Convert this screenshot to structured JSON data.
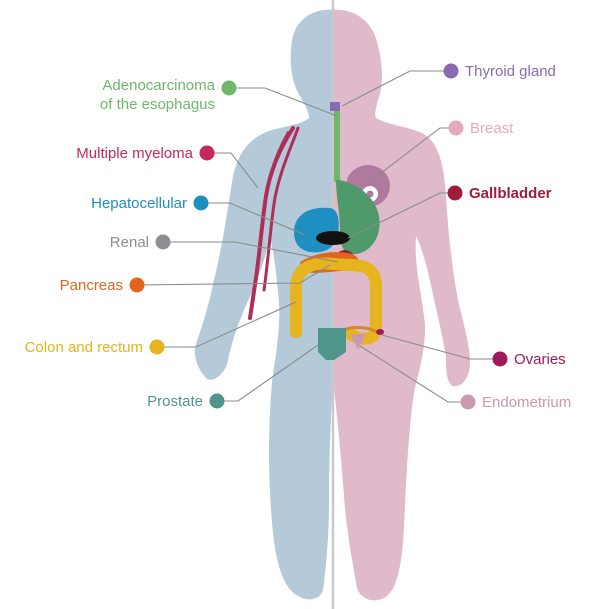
{
  "labels": [
    {
      "key": "adenocarcinoma",
      "lines": [
        "Adenocarcinoma",
        "of the esophagus"
      ],
      "color": "#6db86b"
    },
    {
      "key": "multiple_myeloma",
      "lines": [
        "Multiple myeloma"
      ],
      "color": "#c5285b"
    },
    {
      "key": "hepatocellular",
      "lines": [
        "Hepatocellular"
      ],
      "color": "#1f8fc2"
    },
    {
      "key": "renal",
      "lines": [
        "Renal"
      ],
      "color": "#8f8f93"
    },
    {
      "key": "pancreas",
      "lines": [
        "Pancreas"
      ],
      "color": "#e2651e"
    },
    {
      "key": "colon_rectum",
      "lines": [
        "Colon and rectum"
      ],
      "color": "#e6b41e"
    },
    {
      "key": "prostate",
      "lines": [
        "Prostate"
      ],
      "color": "#4f958c"
    },
    {
      "key": "thyroid",
      "lines": [
        "Thyroid gland"
      ],
      "color": "#8a6bb0"
    },
    {
      "key": "breast",
      "lines": [
        "Breast"
      ],
      "color": "#e6a9bd"
    },
    {
      "key": "gallbladder",
      "lines": [
        "Gallbladder"
      ],
      "color": "#9e1c3c"
    },
    {
      "key": "ovaries",
      "lines": [
        "Ovaries"
      ],
      "color": "#a0195a"
    },
    {
      "key": "endometrium",
      "lines": [
        "Endometrium"
      ],
      "color": "#c99aae"
    }
  ],
  "colors": {
    "male_body": "#b4cad9",
    "female_body": "#e0bacb",
    "divider": "#c9c9c9",
    "leader": "#8a8a8a"
  }
}
